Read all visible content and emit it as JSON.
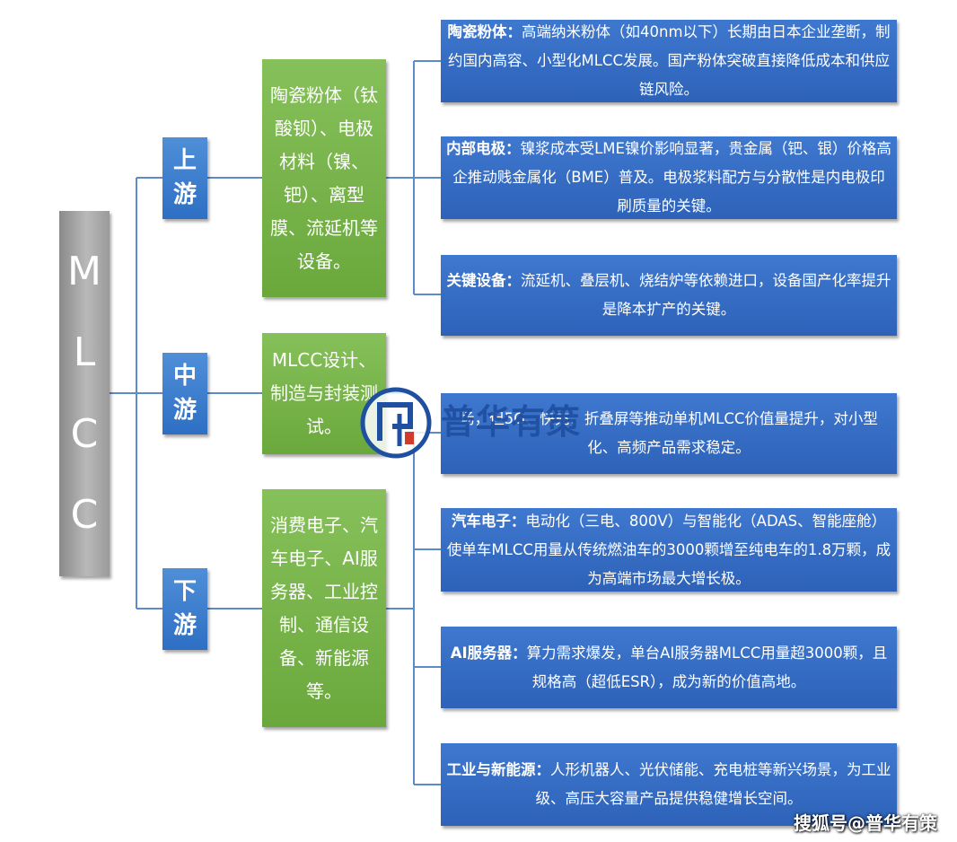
{
  "root": {
    "letters": [
      "M",
      "L",
      "C",
      "C"
    ]
  },
  "stages": [
    {
      "line1": "上",
      "line2": "游"
    },
    {
      "line1": "中",
      "line2": "游"
    },
    {
      "line1": "下",
      "line2": "游"
    }
  ],
  "stage_items": [
    "陶瓷粉体（钛酸钡）、电极材料（镍、钯）、离型膜、流延机等设备。",
    "MLCC设计、制造与封装测试。",
    "消费电子、汽车电子、AI服务器、工业控制、通信设备、新能源等。"
  ],
  "details": [
    {
      "label": "陶瓷粉体：",
      "text": "高端纳米粉体（如40nm以下）长期由日本企业垄断，制约国内高容、小型化MLCC发展。国产粉体突破直接降低成本和供应链风险。"
    },
    {
      "label": "内部电极：",
      "text": "镍浆成本受LME镍价影响显著，贵金属（钯、银）价格高企推动贱金属化（BME）普及。电极浆料配方与分散性是内电极印刷质量的关键。"
    },
    {
      "label": "关键设备：",
      "text": "流延机、叠层机、烧结炉等依赖进口，设备国产化率提升是降本扩产的关键。"
    },
    {
      "label": "",
      "text": "场，但5G、快充、折叠屏等推动单机MLCC价值量提升，对小型化、高频产品需求稳定。"
    },
    {
      "label": "汽车电子：",
      "text": "电动化（三电、800V）与智能化（ADAS、智能座舱）使单车MLCC用量从传统燃油车的3000颗增至纯电车的1.8万颗，成为高端市场最大增长极。"
    },
    {
      "label": "AI服务器：",
      "text": "算力需求爆发，单台AI服务器MLCC用量超3000颗，且规格高（超低ESR），成为新的价值高地。"
    },
    {
      "label": "工业与新能源：",
      "text": "人形机器人、光伏储能、充电桩等新兴场景，为工业级、高压大容量产品提供稳健增长空间。"
    }
  ],
  "logo": {
    "text": "普华有策"
  },
  "watermark": "搜狐号@普华有策",
  "colors": {
    "root": "#9a9a9a",
    "stage": "#3a7ccf",
    "items": "#77b24a",
    "details": "#3569c2",
    "connector": "#5b8cc9"
  }
}
